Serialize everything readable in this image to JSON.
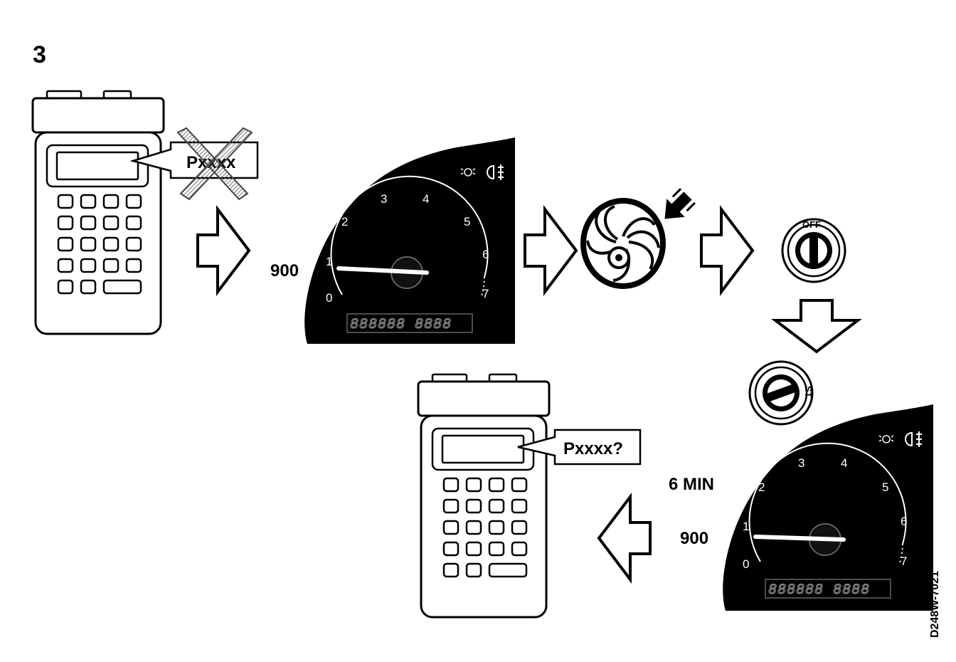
{
  "step_number": "3",
  "tester_top": {
    "callout_text": "Pxxxx",
    "crossed_out": true
  },
  "tester_bottom": {
    "callout_text": "Pxxxx?"
  },
  "cluster_top": {
    "rpm_label": "900",
    "tick_labels": [
      "0",
      "1",
      "2",
      "3",
      "4",
      "5",
      "6",
      "7"
    ],
    "display_text": "888888 8888",
    "needle_value": 1.0
  },
  "cluster_bottom": {
    "rpm_label": "900",
    "time_label": "6 MIN",
    "tick_labels": [
      "0",
      "1",
      "2",
      "3",
      "4",
      "5",
      "6",
      "7"
    ],
    "display_text": "888888 8888",
    "needle_value": 1.0
  },
  "ignition_top": {
    "position_label": "OFF"
  },
  "ignition_bottom": {
    "position_label": "ST"
  },
  "figure_code": "D248W-7021",
  "icons": [
    "diagnostic-tester-icon",
    "instrument-cluster-icon",
    "radiator-fan-icon",
    "ignition-switch-icon",
    "arrow-right-icon",
    "arrow-down-icon",
    "arrow-left-icon"
  ]
}
